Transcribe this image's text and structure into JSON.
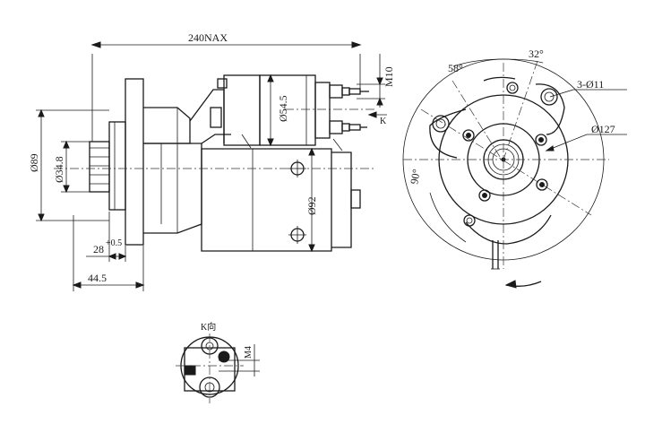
{
  "labels": {
    "overall_length": "240NAX",
    "thread_m10": "M10",
    "dia_54_5": "Ø54.5",
    "dia_89": "Ø89",
    "dia_34_8": "Ø34.8",
    "dia_92": "Ø92",
    "dim_28": "28",
    "tol_28": "+0.5",
    "dim_44_5": "44.5",
    "k_marker": "K",
    "angle_58": "58°",
    "angle_32": "32°",
    "holes": "3-Ø11",
    "dia_127": "Ø127",
    "angle_90": "90°",
    "k_view": "K向",
    "thread_m4": "M4"
  },
  "colors": {
    "ink": "#1a1a1a",
    "paper": "#ffffff"
  }
}
